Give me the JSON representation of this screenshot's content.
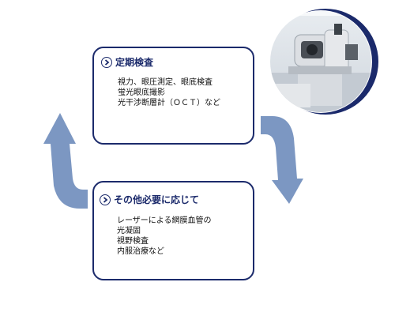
{
  "cycle": {
    "regular_exam": {
      "title": "定期検査",
      "items": [
        "視力、眼圧測定、眼底検査",
        "蛍光眼底撮影",
        "光干渉断層計（ＯＣＴ）など"
      ]
    },
    "as_needed": {
      "title": "その他必要に応じて",
      "items": [
        "レーザーによる網膜血管の",
        "光凝固",
        "視野検査",
        "内服治療など"
      ]
    }
  },
  "colors": {
    "box_border": "#1b2a6b",
    "arrow": "#7c97c2",
    "photo_ring": "#1b2a6b"
  },
  "icons": {
    "heading_marker": "chevron-right-circle-icon",
    "photo": "eye-examination-device-photo"
  }
}
